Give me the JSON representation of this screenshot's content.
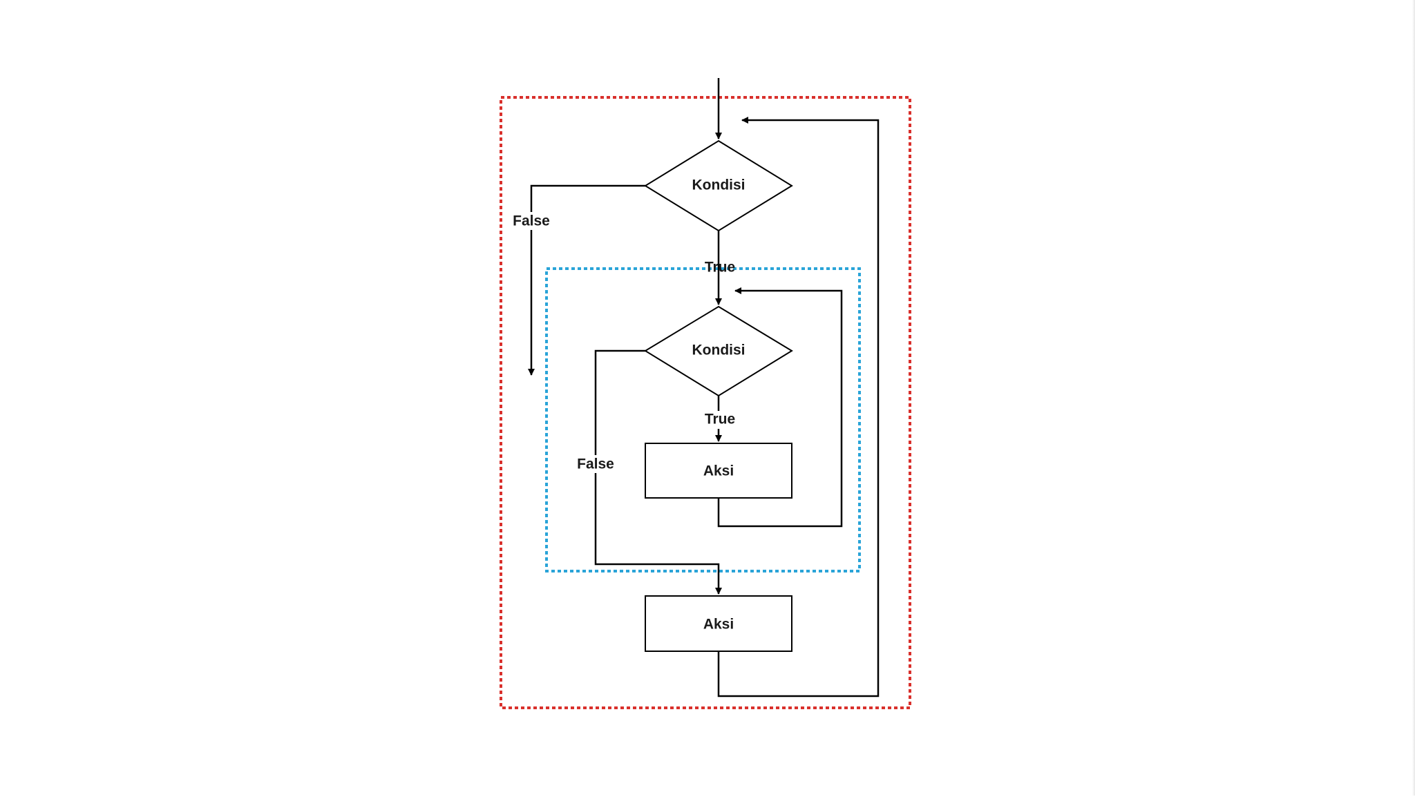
{
  "diagram": {
    "outer_frame_color": "#d9302c",
    "inner_frame_color": "#2aa4d8",
    "outer_condition": {
      "label": "Kondisi"
    },
    "outer_false_label": "False",
    "outer_true_label": "True",
    "inner_condition": {
      "label": "Kondisi"
    },
    "inner_true_label": "True",
    "inner_false_label": "False",
    "inner_action": {
      "label": "Aksi"
    },
    "outer_action": {
      "label": "Aksi"
    }
  }
}
